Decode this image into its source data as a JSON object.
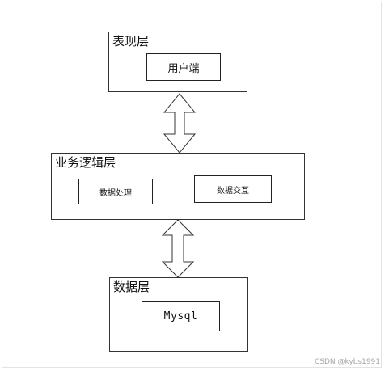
{
  "diagram": {
    "presentation_layer": {
      "title": "表现层",
      "box": "用户端"
    },
    "business_layer": {
      "title": "业务逻辑层",
      "boxes": [
        "数据处理",
        "数据交互"
      ]
    },
    "data_layer": {
      "title": "数据层",
      "box": "Mysql"
    },
    "arrows": [
      "double-headed-vertical",
      "double-headed-vertical"
    ]
  },
  "watermark": "CSDN @kybs1991"
}
